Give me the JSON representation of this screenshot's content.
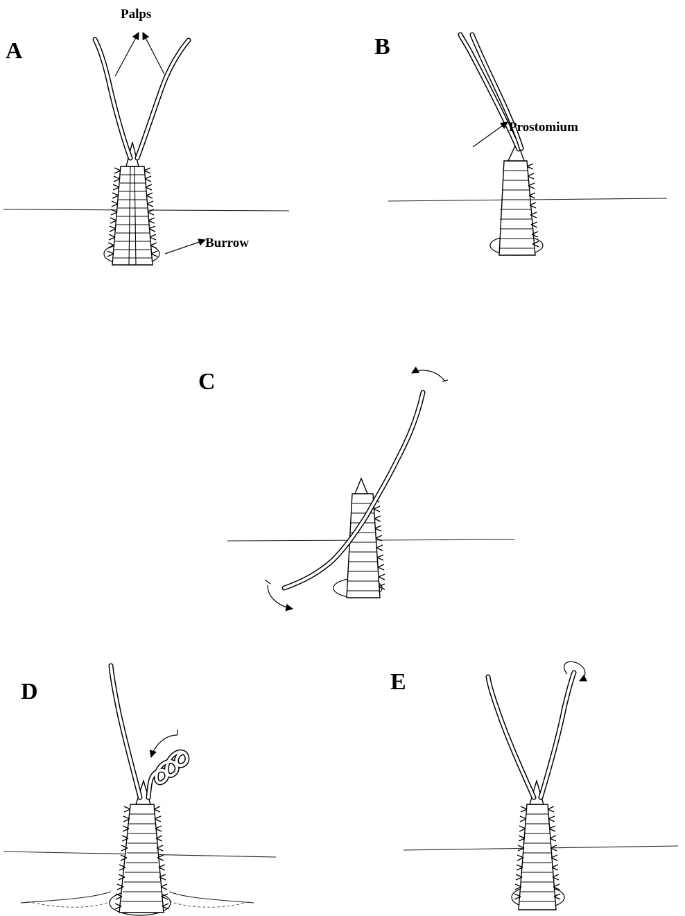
{
  "panels": [
    {
      "letter": "A"
    },
    {
      "letter": "B"
    },
    {
      "letter": "C"
    },
    {
      "letter": "D"
    },
    {
      "letter": "E"
    }
  ],
  "labels": {
    "palps": "Palps",
    "prostomium": "Prostomium",
    "burrow": "Burrow"
  }
}
